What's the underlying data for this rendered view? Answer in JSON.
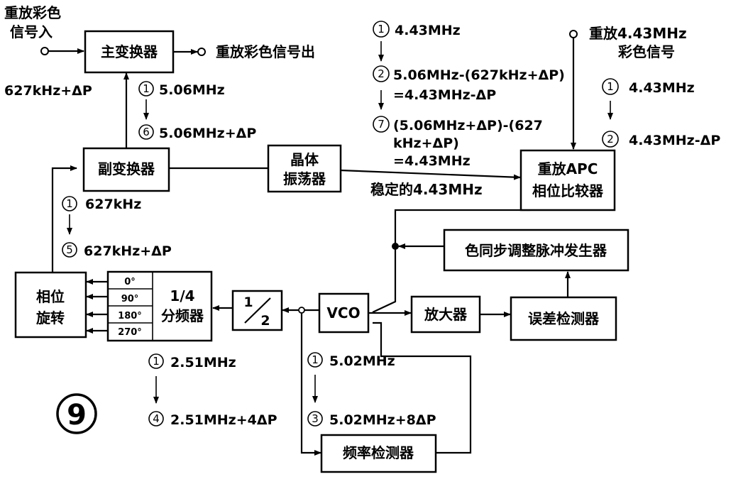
{
  "colors": {
    "ink": "#000000",
    "paper": "#ffffff"
  },
  "inputs": {
    "color_in_line1": "重放彩色",
    "color_in_line2": "信号入",
    "color_out": "重放彩色信号出",
    "ref_in_line1": "重放4.43MHz",
    "ref_in_line2": "彩色信号"
  },
  "blocks": {
    "main_converter": "主变换器",
    "sub_converter": "副变换器",
    "crystal_line1": "晶体",
    "crystal_line2": "振荡器",
    "apc_line1": "重放APC",
    "apc_line2": "相位比较器",
    "burst_gen": "色同步调整脉冲发生器",
    "amplifier": "放大器",
    "error_det": "误差检测器",
    "vco": "VCO",
    "half_num": "1",
    "half_den": "2",
    "div4_line1": "1/4",
    "div4_line2": "分频器",
    "phase_rot_line1": "相位",
    "phase_rot_line2": "旋转",
    "freq_det": "频率检测器"
  },
  "phases": [
    "0°",
    "90°",
    "180°",
    "270°"
  ],
  "signals": {
    "stable": "稳定的4.43MHz",
    "left_input": "627kHz+ΔP",
    "s_506_1": "5.06MHz",
    "s_506_6": "5.06MHz+ΔP",
    "s_627_1": "627kHz",
    "s_627_5": "627kHz+ΔP",
    "s_251_1": "2.51MHz",
    "s_251_4": "2.51MHz+4ΔP",
    "s_502_1": "5.02MHz",
    "s_502_3": "5.02MHz+8ΔP",
    "r_443_1": "4.43MHz",
    "r_443_2": "4.43MHz-ΔP",
    "c_443_1": "4.43MHz",
    "c_2_line1": "5.06MHz-(627kHz+ΔP)",
    "c_2_line2": "=4.43MHz-ΔP",
    "c_7_line1": "(5.06MHz+ΔP)-(627",
    "c_7_line2": "kHz+ΔP)",
    "c_7_line3": "=4.43MHz"
  },
  "markers": {
    "m1": "1",
    "m2": "2",
    "m3": "3",
    "m4": "4",
    "m5": "5",
    "m6": "6",
    "m7": "7"
  },
  "figure_number": "9"
}
